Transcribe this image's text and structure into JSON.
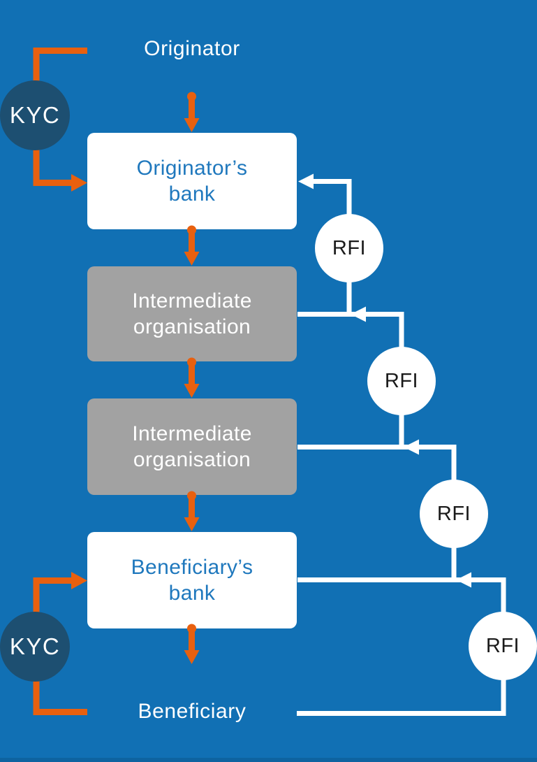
{
  "diagram": {
    "top_label": "Originator",
    "bottom_label": "Beneficiary",
    "boxes": [
      {
        "line1": "Originator’s",
        "line2": "bank",
        "style": "bank"
      },
      {
        "line1": "Intermediate",
        "line2": "organisation",
        "style": "intermediate"
      },
      {
        "line1": "Intermediate",
        "line2": "organisation",
        "style": "intermediate"
      },
      {
        "line1": "Beneficiary’s",
        "line2": "bank",
        "style": "bank"
      }
    ],
    "kyc_badges": [
      {
        "label": "KYC"
      },
      {
        "label": "KYC"
      }
    ],
    "rfi_badges": [
      {
        "label": "RFI"
      },
      {
        "label": "RFI"
      },
      {
        "label": "RFI"
      },
      {
        "label": "RFI"
      }
    ]
  },
  "colors": {
    "background": "#1170b4",
    "accent_orange": "#e8600f",
    "kyc_circle": "#1d4f71",
    "box_gray": "#a2a2a2",
    "bank_text_blue": "#1f78bd",
    "rfi_text": "#1a1a1a",
    "line_white": "#ffffff",
    "footer_strip": "#0e63a0"
  }
}
